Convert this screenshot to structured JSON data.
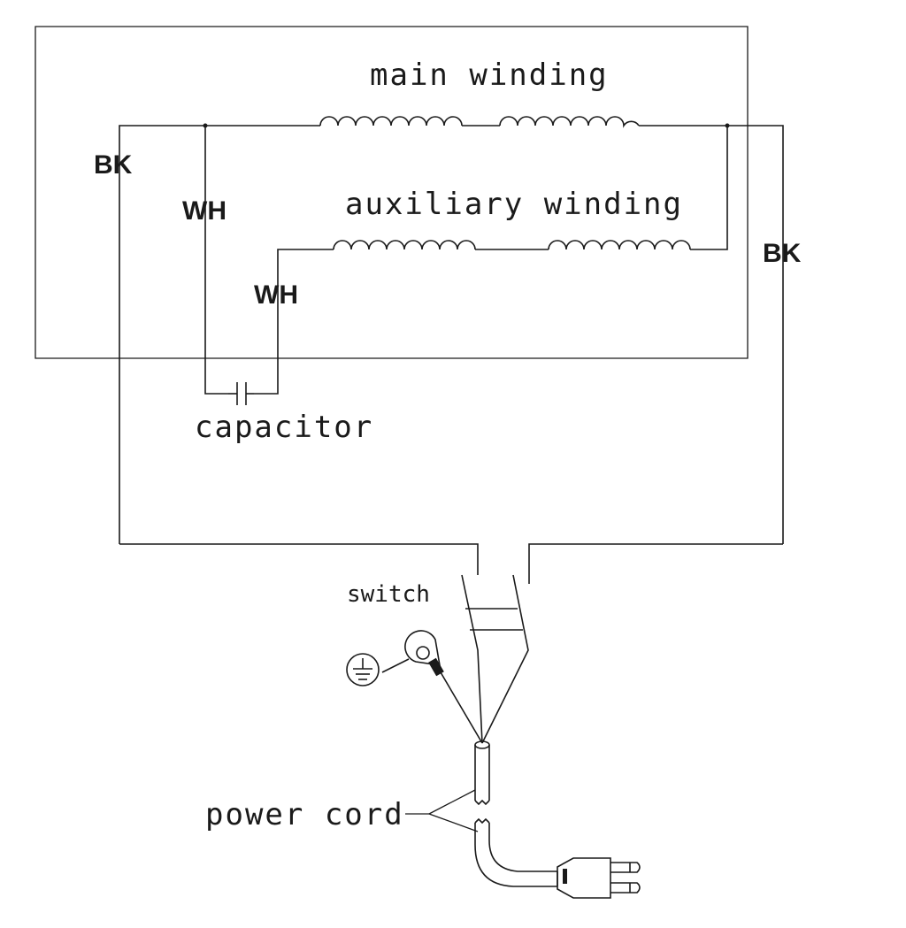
{
  "labels": {
    "main_winding": "main winding",
    "auxiliary_winding": "auxiliary winding",
    "capacitor": "capacitor",
    "switch": "switch",
    "power_cord": "power cord",
    "bk_left": "BK",
    "bk_right": "BK",
    "wh_upper": "WH",
    "wh_lower": "WH"
  },
  "colors": {
    "line": "#1a1a1a",
    "background": "#ffffff"
  }
}
